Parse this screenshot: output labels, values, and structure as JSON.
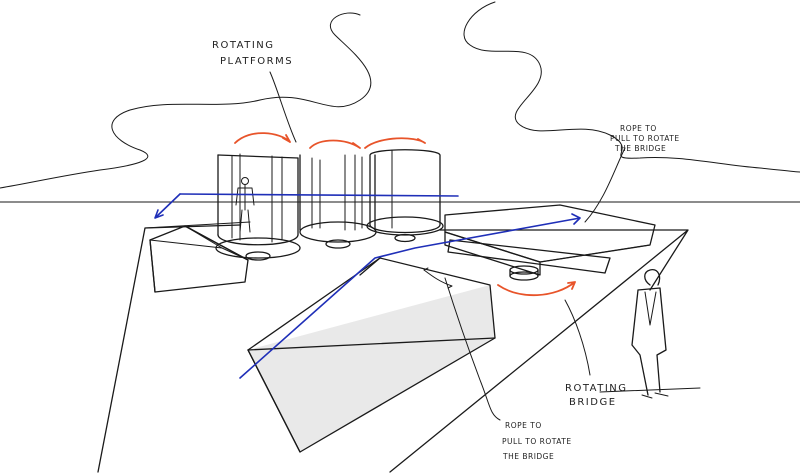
{
  "labels": {
    "rotating_platforms": [
      "ROTATING",
      "PLATFORMS"
    ],
    "rope_top": [
      "ROPE TO",
      "PULL TO ROTATE",
      "THE BRIDGE"
    ],
    "rotating_bridge": [
      "ROTATING",
      "BRIDGE"
    ],
    "rope_bottom": [
      "ROPE TO",
      "PULL TO ROTATE",
      "THE BRIDGE"
    ]
  },
  "colors": {
    "ink": "#1a1a1a",
    "rope": "#1f2fb8",
    "rotation_arrows": "#e8542a"
  }
}
